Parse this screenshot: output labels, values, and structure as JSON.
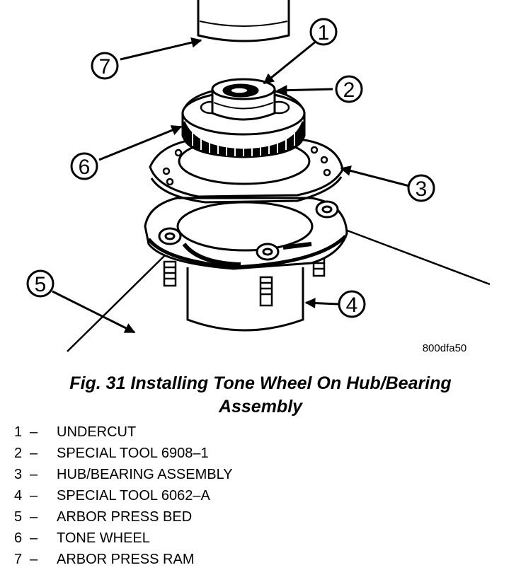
{
  "figure": {
    "code": "800dfa50",
    "callouts": [
      "1",
      "2",
      "3",
      "4",
      "5",
      "6",
      "7"
    ]
  },
  "caption": {
    "line1": "Fig. 31 Installing Tone Wheel On Hub/Bearing",
    "line2": "Assembly"
  },
  "legend": [
    {
      "number": "1",
      "dash": "–",
      "label": "UNDERCUT"
    },
    {
      "number": "2",
      "dash": "–",
      "label": "SPECIAL TOOL 6908–1"
    },
    {
      "number": "3",
      "dash": "–",
      "label": "HUB/BEARING ASSEMBLY"
    },
    {
      "number": "4",
      "dash": "–",
      "label": "SPECIAL TOOL 6062–A"
    },
    {
      "number": "5",
      "dash": "–",
      "label": "ARBOR PRESS BED"
    },
    {
      "number": "6",
      "dash": "–",
      "label": "TONE WHEEL"
    },
    {
      "number": "7",
      "dash": "–",
      "label": "ARBOR PRESS RAM"
    }
  ]
}
